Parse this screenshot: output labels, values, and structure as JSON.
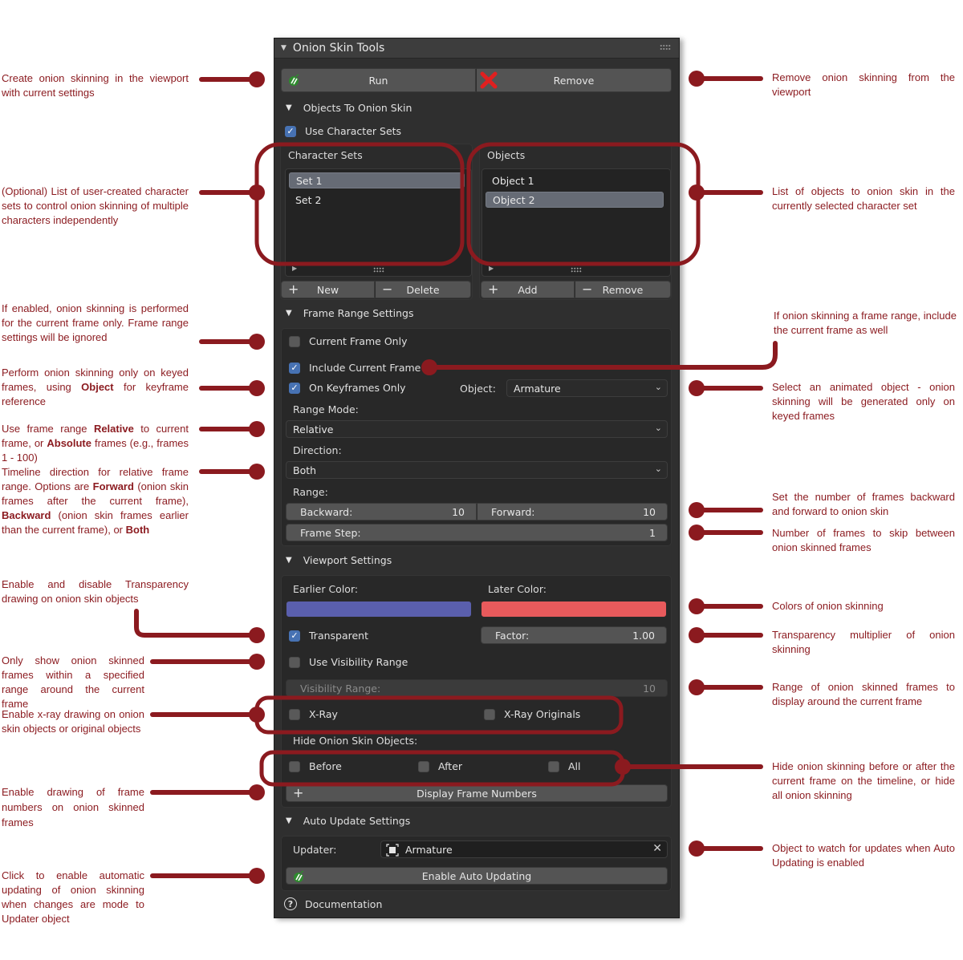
{
  "panel": {
    "title": "Onion Skin Tools",
    "run_label": "Run",
    "remove_label": "Remove",
    "objects_section": {
      "title": "Objects To Onion Skin",
      "use_character_sets_label": "Use Character Sets",
      "use_character_sets_checked": true,
      "character_sets_label": "Character Sets",
      "character_sets": [
        {
          "label": "Set 1",
          "selected": true
        },
        {
          "label": "Set 2",
          "selected": false
        }
      ],
      "objects_label": "Objects",
      "objects": [
        {
          "label": "Object 1",
          "selected": false
        },
        {
          "label": "Object 2",
          "selected": true
        }
      ],
      "new_label": "New",
      "delete_label": "Delete",
      "add_label": "Add",
      "remove_label": "Remove"
    },
    "frame_range": {
      "title": "Frame Range Settings",
      "current_frame_only_label": "Current Frame Only",
      "current_frame_only_checked": false,
      "include_current_frame_label": "Include Current Frame",
      "include_current_frame_checked": true,
      "on_keyframes_only_label": "On Keyframes Only",
      "on_keyframes_only_checked": true,
      "object_label": "Object:",
      "object_value": "Armature",
      "range_mode_label": "Range Mode:",
      "range_mode_value": "Relative",
      "direction_label": "Direction:",
      "direction_value": "Both",
      "range_label": "Range:",
      "backward_label": "Backward:",
      "backward_value": "10",
      "forward_label": "Forward:",
      "forward_value": "10",
      "frame_step_label": "Frame Step:",
      "frame_step_value": "1"
    },
    "viewport": {
      "title": "Viewport Settings",
      "earlier_color_label": "Earlier Color:",
      "earlier_color": "#5a5fad",
      "later_color_label": "Later Color:",
      "later_color": "#e85a5c",
      "transparent_label": "Transparent",
      "transparent_checked": true,
      "factor_label": "Factor:",
      "factor_value": "1.00",
      "use_visibility_range_label": "Use Visibility Range",
      "use_visibility_range_checked": false,
      "visibility_range_label": "Visibility Range:",
      "visibility_range_value": "10",
      "xray_label": "X-Ray",
      "xray_checked": false,
      "xray_originals_label": "X-Ray Originals",
      "xray_originals_checked": false,
      "hide_label": "Hide Onion Skin Objects:",
      "hide_before_label": "Before",
      "hide_after_label": "After",
      "hide_all_label": "All",
      "display_frame_numbers_label": "Display Frame Numbers"
    },
    "auto_update": {
      "title": "Auto Update Settings",
      "updater_label": "Updater:",
      "updater_value": "Armature",
      "enable_label": "Enable Auto Updating"
    },
    "documentation_label": "Documentation"
  },
  "annotations": {
    "accent_color": "#8b1a1f",
    "left": [
      "Create onion skinning in the viewport with current settings",
      "(Optional) List of user-created character sets to control onion skinning of multiple characters independently",
      "If enabled, onion skinning is performed for the current frame only. Frame range settings will be ignored",
      "Perform onion skinning only on keyed frames, using Object for keyframe reference",
      "Use frame range Relative to current frame, or Absolute frames (e.g., frames 1 - 100)",
      "Timeline direction for relative frame range. Options are Forward (onion skin frames after the current frame), Backward (onion skin frames earlier than the current frame), or Both",
      "Enable and disable Transparency drawing on onion skin objects",
      "Only show onion skinned frames within a specified range around the current frame",
      "Enable x-ray drawing on onion skin objects or original objects",
      "Enable drawing of frame numbers on onion skinned frames",
      "Click to enable automatic updating of onion skinning when changes are mode to Updater object"
    ],
    "right": [
      "Remove onion skinning from the viewport",
      "List of objects to onion skin in the currently selected character set",
      "If onion skinning a frame range, include the current frame as well",
      "Select an animated object - onion skinning will be generated only on keyed frames",
      "Set the number of frames backward and forward to onion skin",
      "Number of frames to skip between onion skinned frames",
      "Colors of onion skinning",
      "Transparency multiplier of onion skinning",
      "Range of onion skinned frames to display around the current frame",
      "Hide onion skinning before or after the current frame on the timeline, or hide all onion skinning",
      "Object to watch for updates when Auto Updating is enabled"
    ]
  }
}
